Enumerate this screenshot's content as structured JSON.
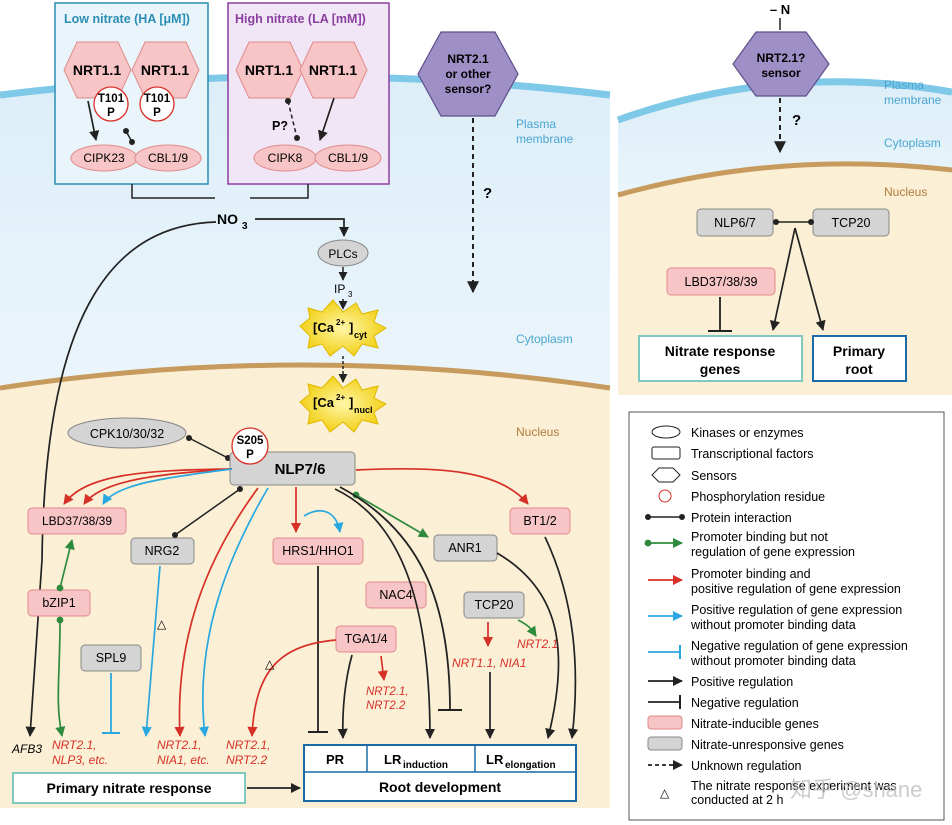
{
  "colors": {
    "membrane": "#7ec8e8",
    "nucleus_fill": "#fbf0d6",
    "nucleus_edge": "#c79a5e",
    "pink": "#f7c5c5",
    "pink_edge": "#e08a8a",
    "gray": "#d4d4d4",
    "sensor": "#9f8fc7",
    "red": "#d73027",
    "green": "#2e8b3d",
    "blue": "#29a8e0",
    "teal": "#2b8db3",
    "purple": "#8a3fa0",
    "navy": "#1a6aa6"
  },
  "labels": {
    "low_nitrate": "Low nitrate (HA [μM])",
    "high_nitrate": "High nitrate (LA [mM])",
    "nrt11": "NRT1.1",
    "t101": "T101",
    "p": "P",
    "p_q": "P?",
    "cipk23": "CIPK23",
    "cbl19": "CBL1/9",
    "cipk8": "CIPK8",
    "sensor_line1": "NRT2.1",
    "sensor_line2": "or other",
    "sensor_line3": "sensor?",
    "plasma_membrane_1": "Plasma",
    "plasma_membrane_2": "membrane",
    "question": "?",
    "no3": "NO",
    "no3_sub": "3",
    "plcs": "PLCs",
    "ip3": "IP",
    "ip3_sub": "3",
    "ca_cyt": "[Ca",
    "ca_sup": "2+",
    "ca_close": "]",
    "cyt_sub": "cyt",
    "nucl_sub": "nucl",
    "cytoplasm": "Cytoplasm",
    "nucleus": "Nucleus",
    "cpk": "CPK10/30/32",
    "s205": "S205",
    "nlp76": "NLP7/6",
    "lbd": "LBD37/38/39",
    "nrg2": "NRG2",
    "hrs1": "HRS1/HHO1",
    "anr1": "ANR1",
    "bt12": "BT1/2",
    "bzip1": "bZIP1",
    "nac4": "NAC4",
    "tcp20": "TCP20",
    "nrt21_gene": "NRT2.1",
    "spl9": "SPL9",
    "tga14": "TGA1/4",
    "tri": "△",
    "nrt21_nrt22_a": "NRT2.1,",
    "nrt21_nrt22_b": "NRT2.2",
    "nrt11_nia1": "NRT1.1, NIA1",
    "afb3": "AFB3",
    "out1_a": "NRT2.1,",
    "out1_b": "NLP3, etc.",
    "out2_a": "NRT2.1,",
    "out2_b": "NIA1, etc.",
    "out3_a": "NRT2.1,",
    "out3_b": "NRT2.2",
    "primary_response": "Primary nitrate response",
    "pr": "PR",
    "lr": "LR",
    "induction": "induction",
    "elongation": "elongation",
    "root_dev": "Root development",
    "minus_n": "– N",
    "nrt21q_1": "NRT2.1?",
    "nrt21q_2": "sensor",
    "nlp67": "NLP6/7",
    "tcp20_r": "TCP20",
    "lbd_r": "LBD37/38/39",
    "nrg_1": "Nitrate response",
    "nrg_2": "genes",
    "proot_1": "Primary",
    "proot_2": "root",
    "watermark": "知乎 @shane"
  },
  "legend": [
    "Kinases  or enzymes",
    "Transcriptional factors",
    "Sensors",
    "Phosphorylation residue",
    "Protein interaction",
    "Promoter binding but not",
    "regulation of gene expression",
    "Promoter binding and",
    "positive regulation of gene expression",
    "Positive regulation of gene expression",
    "without promoter binding data",
    "Negative regulation of gene expression",
    "without promoter binding data",
    "Positive regulation",
    "Negative regulation",
    "Nitrate-inducible genes",
    "Nitrate-unresponsive genes",
    "Unknown regulation",
    "The nitrate response experiment was",
    "conducted at 2 h"
  ]
}
